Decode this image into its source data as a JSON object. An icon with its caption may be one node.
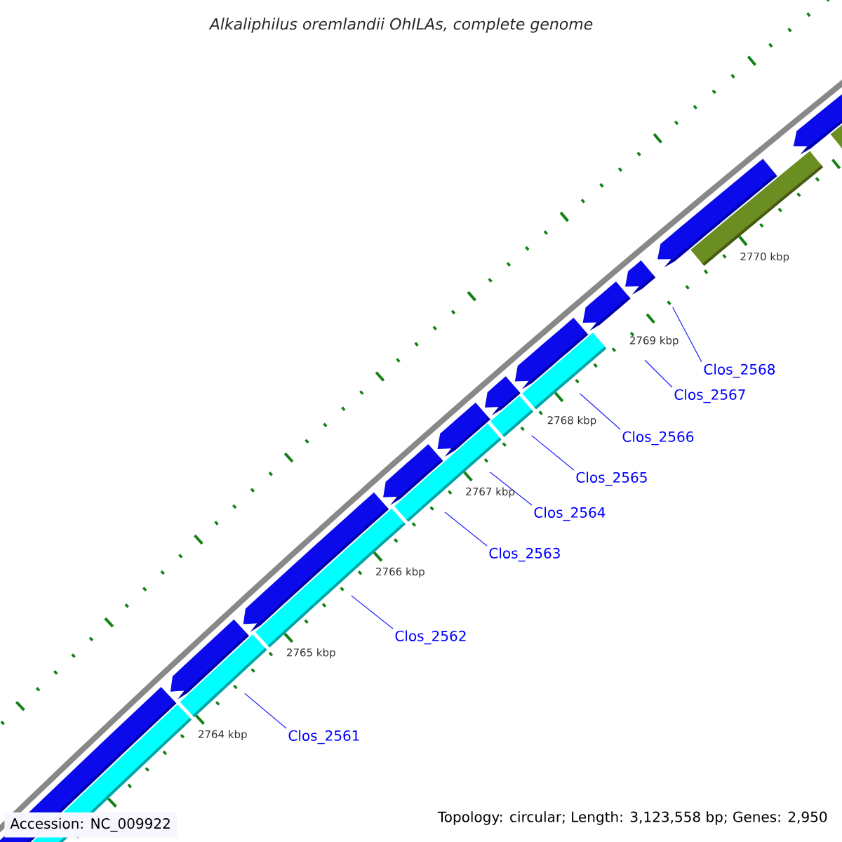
{
  "diagram": {
    "title": "Alkaliphilus oremlandii OhILAs, complete genome",
    "nodes": [
      {
        "text": [
          "Clos_2561"
        ]
      },
      {
        "text": [
          "Clos_2562"
        ]
      },
      {
        "text": [
          "Clos_2563"
        ]
      },
      {
        "text": [
          "Clos_2564"
        ]
      },
      {
        "text": [
          "Clos_2565"
        ]
      },
      {
        "text": [
          "Clos_2566"
        ]
      },
      {
        "text": [
          "Clos_2567"
        ]
      },
      {
        "text": [
          "Clos_2568"
        ]
      }
    ],
    "edges": [
      {
        "from": 0,
        "to": null,
        "arrow": "none"
      },
      {
        "from": 1,
        "to": null,
        "arrow": "none"
      },
      {
        "from": 2,
        "to": null,
        "arrow": "none"
      },
      {
        "from": 3,
        "to": null,
        "arrow": "none"
      },
      {
        "from": 4,
        "to": null,
        "arrow": "none"
      },
      {
        "from": 5,
        "to": null,
        "arrow": "none"
      },
      {
        "from": 6,
        "to": null,
        "arrow": "none"
      },
      {
        "from": 7,
        "to": null,
        "arrow": "none"
      }
    ],
    "labels": [
      "2764 kbp",
      "2765 kbp",
      "2766 kbp",
      "2767 kbp",
      "2768 kbp",
      "2769 kbp",
      "2770 kbp",
      "Accession: NC_009922",
      "Topology: circular; Length: 3,123,558 bp; Genes: 2,950"
    ]
  }
}
